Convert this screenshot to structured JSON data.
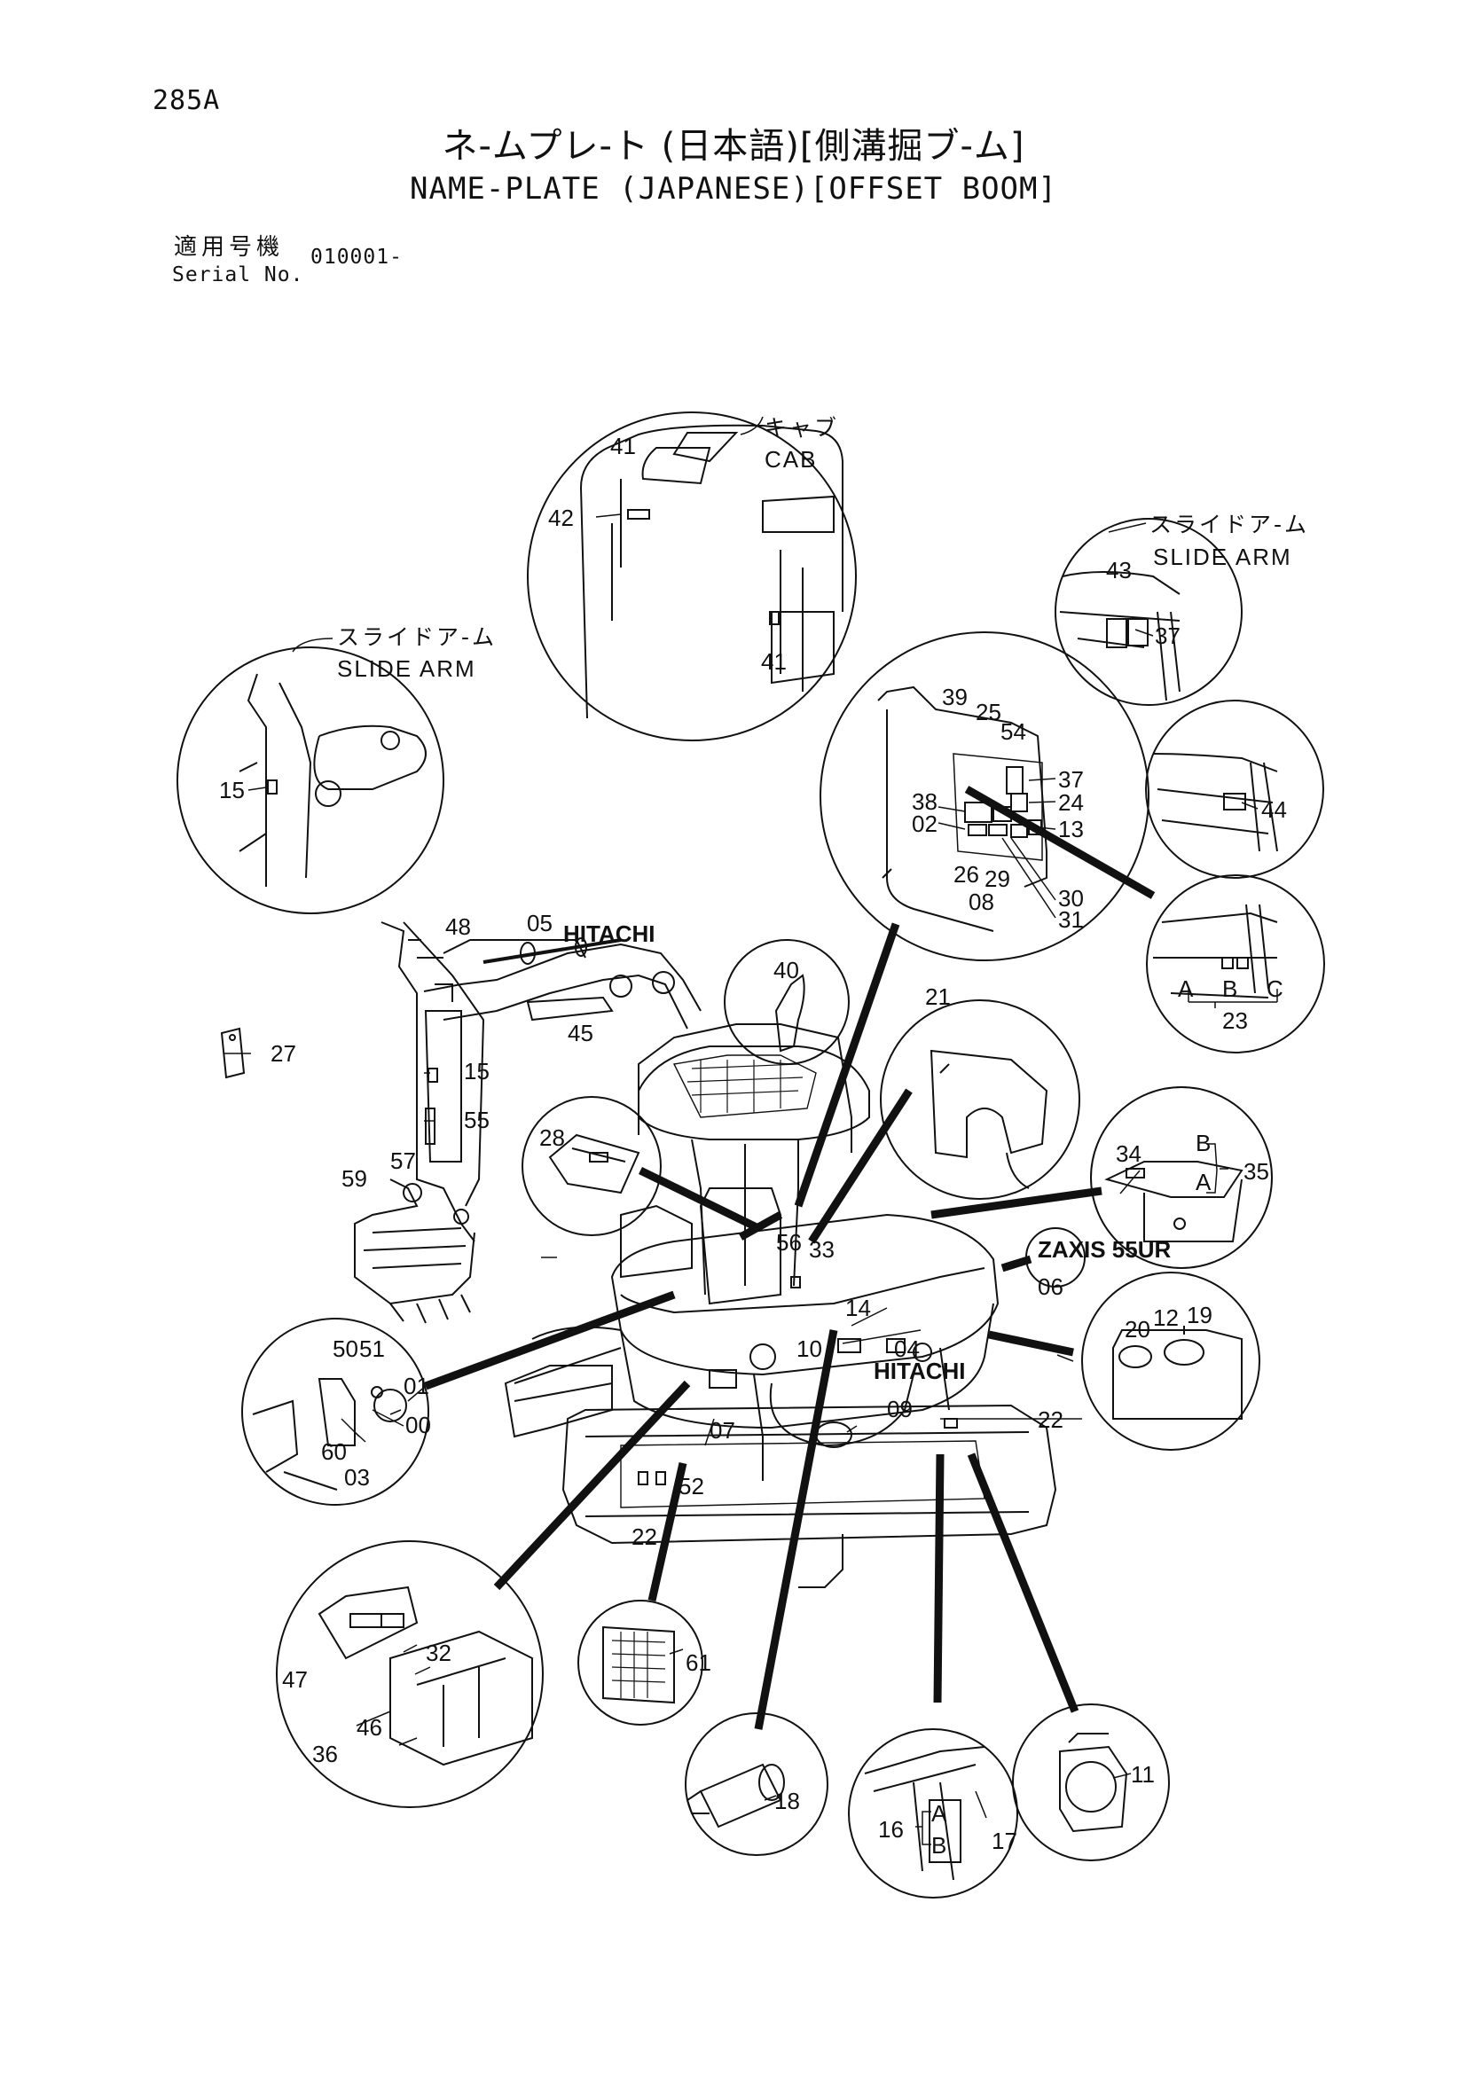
{
  "header": {
    "page_number": "285A",
    "title_jp": "ネ-ムプレ-ト (日本語)[側溝掘ブ-ム]",
    "title_en": "NAME-PLATE (JAPANESE)[OFFSET BOOM]",
    "serial_label_jp": "適用号機",
    "serial_label_en": "Serial No.",
    "serial_value": "010001-"
  },
  "callouts": {
    "cab_jp": "キャブ",
    "cab_en": "CAB",
    "slide_arm_jp": "スライドア-ム",
    "slide_arm_en": "SLIDE ARM",
    "brand": "HITACHI",
    "logo": "ZAXIS 55UR"
  },
  "letters": {
    "a": "A",
    "b": "B",
    "c": "C"
  },
  "parts": {
    "p00": "00",
    "p01": "01",
    "p02": "02",
    "p03": "03",
    "p04": "04",
    "p05": "05",
    "p06": "06",
    "p07": "07",
    "p08": "08",
    "p09": "09",
    "p10": "10",
    "p11": "11",
    "p12": "12",
    "p13": "13",
    "p14": "14",
    "p15": "15",
    "p16": "16",
    "p17": "17",
    "p18": "18",
    "p19": "19",
    "p20": "20",
    "p21": "21",
    "p22": "22",
    "p23": "23",
    "p24": "24",
    "p25": "25",
    "p26": "26",
    "p27": "27",
    "p28": "28",
    "p29": "29",
    "p30": "30",
    "p31": "31",
    "p32": "32",
    "p33": "33",
    "p34": "34",
    "p35": "35",
    "p36": "36",
    "p37": "37",
    "p38": "38",
    "p39": "39",
    "p40": "40",
    "p41": "41",
    "p42": "42",
    "p43": "43",
    "p44": "44",
    "p45": "45",
    "p46": "46",
    "p47": "47",
    "p48": "48",
    "p50": "50",
    "p51": "51",
    "p52": "52",
    "p54": "54",
    "p55": "55",
    "p56": "56",
    "p57": "57",
    "p59": "59",
    "p60": "60",
    "p61": "61"
  }
}
